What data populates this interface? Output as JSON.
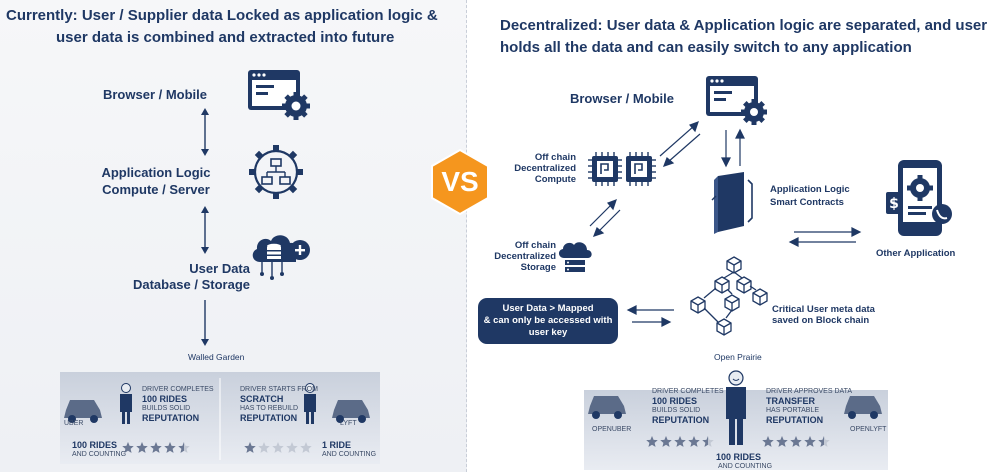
{
  "left": {
    "title_line1": "Currently: User / Supplier data Locked as application logic &",
    "title_line2": "user data is combined and extracted into future",
    "browser_label": "Browser / Mobile",
    "app_logic_line1": "Application Logic",
    "app_logic_line2": "Compute / Server",
    "user_data_line1": "User Data",
    "user_data_line2": "Database / Storage",
    "walled_garden": "Walled Garden",
    "strip": {
      "left_car_label": "UBER",
      "left_driver_line1": "DRIVER COMPLETES",
      "left_driver_line2": "100 RIDES",
      "left_driver_line3": "BUILDS SOLID",
      "left_driver_line4": "REPUTATION",
      "left_rides": "100 RIDES",
      "left_rides_sub": "AND COUNTING",
      "right_driver_line1": "DRIVER STARTS FROM",
      "right_driver_line2": "SCRATCH",
      "right_driver_line3": "HAS TO REBUILD",
      "right_driver_line4": "REPUTATION",
      "right_car_label": "LYFT",
      "right_rides": "1 RIDE",
      "right_rides_sub": "AND COUNTING",
      "left_rating": 4.5,
      "right_rating": 1
    }
  },
  "vs": "VS",
  "right": {
    "title_line1": "Decentralized: User data & Application logic are separated, and  user",
    "title_line2": "holds all the data and can easily switch to any application",
    "browser_label": "Browser / Mobile",
    "offchain_compute_line1": "Off chain",
    "offchain_compute_line2": "Decentralized",
    "offchain_compute_line3": "Compute",
    "offchain_storage_line1": "Off chain",
    "offchain_storage_line2": "Decentralized",
    "offchain_storage_line3": "Storage",
    "app_logic_line1": "Application Logic",
    "app_logic_line2": "Smart Contracts",
    "other_app": "Other Application",
    "user_data_pill_line1": "User Data > Mapped",
    "user_data_pill_line2": "& can only be accessed  with",
    "user_data_pill_line3": "user key",
    "critical_line1": "Critical User meta data",
    "critical_line2": "saved on  Block chain",
    "open_prairie": "Open Prairie",
    "strip": {
      "left_driver_line1": "DRIVER COMPLETES",
      "left_driver_line2": "100 RIDES",
      "left_driver_line3": "BUILDS SOLID",
      "left_driver_line4": "REPUTATION",
      "right_driver_line1": "DRIVER APPROVES DATA",
      "right_driver_line2": "TRANSFER",
      "right_driver_line3": "HAS PORTABLE",
      "right_driver_line4": "REPUTATION",
      "left_car_label": "OPENUBER",
      "right_car_label": "OPENLYFT",
      "center_rides": "100 RIDES",
      "center_rides_sub": "AND COUNTING",
      "left_rating": 4.5,
      "right_rating": 4.5
    }
  },
  "colors": {
    "navy": "#1f3864",
    "vs_orange": "#f5961e",
    "accent_gold": "#f2b233"
  }
}
